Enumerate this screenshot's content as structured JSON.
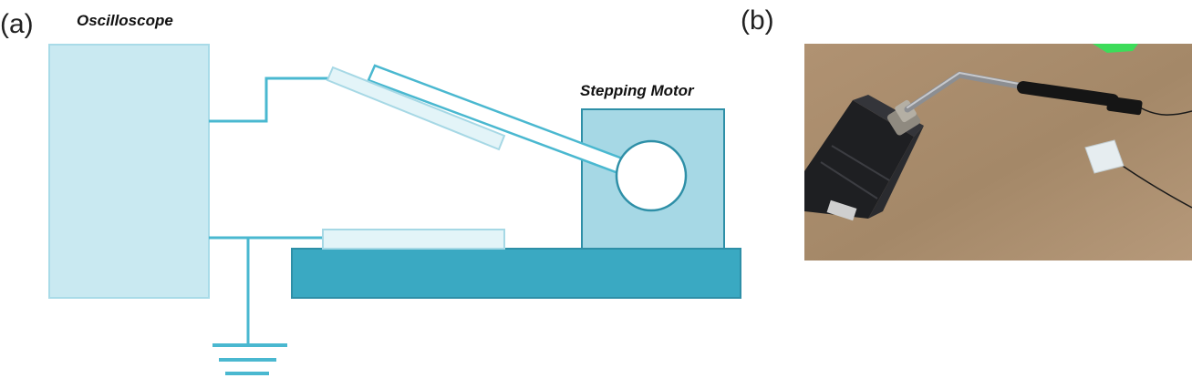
{
  "panels": {
    "a": {
      "label": "(a)"
    },
    "b": {
      "label": "(b)"
    }
  },
  "diagram": {
    "oscilloscope_label": "Oscilloscope",
    "motor_label": "Stepping Motor"
  },
  "colors": {
    "line": "#4ab8d0",
    "dark_fill": "#3aa9c2",
    "dark_stroke": "#2e8fa7",
    "mid_fill": "#a6d8e5",
    "light_fill": "#c9e9f1",
    "pale_fill": "#e3f4f8",
    "white": "#ffffff"
  },
  "photo": {
    "table_color": "#a48868",
    "motor_color": "#1e1f22",
    "rod_color": "#8c8e92",
    "handle_color": "#151515",
    "sample_color": "#e6edf0",
    "green_color": "#3ddc5a"
  }
}
